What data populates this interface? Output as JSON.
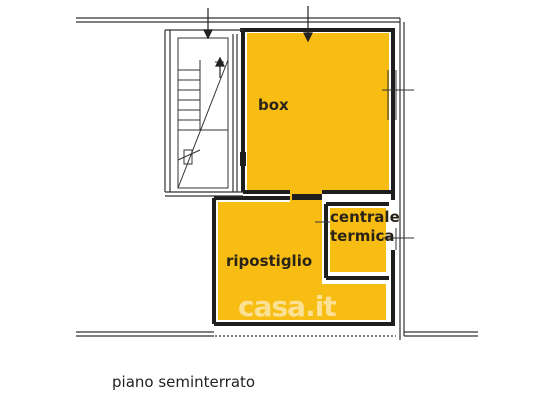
{
  "plan": {
    "rooms": {
      "box": "box",
      "ripostiglio": "ripostiglio",
      "centrale_termica": "centrale\ntermica"
    },
    "caption": "piano seminterrato",
    "watermark": "casa.it"
  },
  "colors": {
    "room_fill": "#f7bd13",
    "wall": "#1e1e1e",
    "line": "#333333",
    "background": "#ffffff"
  }
}
